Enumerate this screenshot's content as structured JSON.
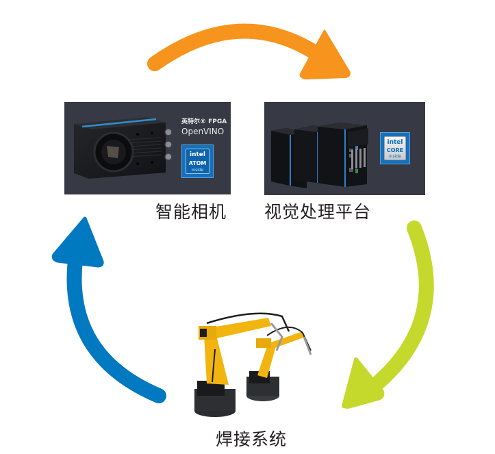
{
  "diagram": {
    "type": "cycle",
    "nodes": [
      {
        "id": "smart-camera",
        "label": "智能相机"
      },
      {
        "id": "vision-platform",
        "label": "视觉处理平台"
      },
      {
        "id": "welding-system",
        "label": "焊接系统"
      }
    ],
    "edges": [
      {
        "from": "smart-camera",
        "to": "vision-platform",
        "color": "#f7941d"
      },
      {
        "from": "vision-platform",
        "to": "welding-system",
        "color": "#c5d92d"
      },
      {
        "from": "welding-system",
        "to": "smart-camera",
        "color": "#0079c1"
      }
    ]
  },
  "camera_panel": {
    "fpga_text": "英特尔® FPGA",
    "openvino_text": "OpenVINO",
    "badge": {
      "brand": "intel",
      "product": "ATOM",
      "suffix": "inside"
    }
  },
  "platform_panel": {
    "badge": {
      "brand": "intel",
      "product": "CORE",
      "suffix": "inside"
    }
  },
  "colors": {
    "panel_bg": "#373a45",
    "arrow_orange": "#f7941d",
    "arrow_green": "#c5d92d",
    "arrow_blue": "#0079c1",
    "robot_yellow": "#f2b40f",
    "label_text": "#231f20"
  }
}
